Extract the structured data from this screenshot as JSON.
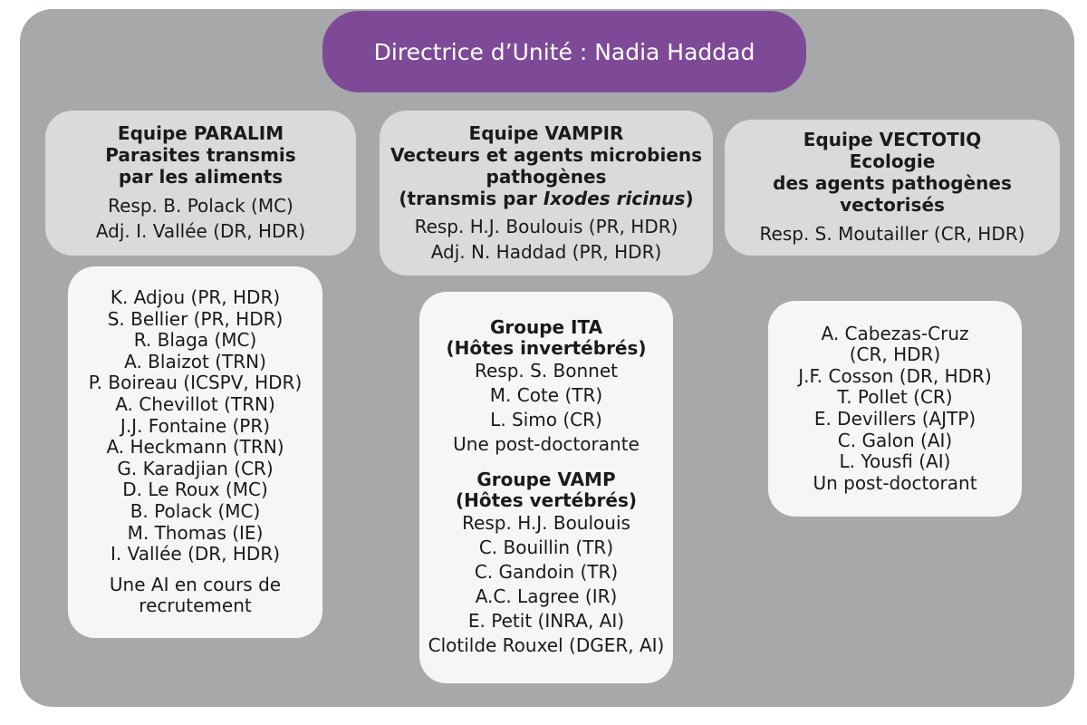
{
  "director": {
    "label": "Directrice d’Unité : Nadia Haddad"
  },
  "teams": {
    "paralim": {
      "title": [
        "Equipe PARALIM",
        "Parasites transmis",
        "par les aliments"
      ],
      "leads": [
        "Resp. B. Polack (MC)",
        "Adj. I. Vallée (DR, HDR)"
      ],
      "members": [
        "K. Adjou (PR, HDR)",
        "S. Bellier (PR, HDR)",
        "R. Blaga (MC)",
        "A. Blaizot (TRN)",
        "P. Boireau (ICSPV, HDR)",
        "A. Chevillot (TRN)",
        "J.J. Fontaine (PR)",
        "A. Heckmann (TRN)",
        "G. Karadjian (CR)",
        "D. Le Roux (MC)",
        "B. Polack (MC)",
        "M. Thomas (IE)",
        "I. Vallée (DR, HDR)"
      ],
      "note": [
        "Une AI en cours de",
        "recrutement"
      ]
    },
    "vampir": {
      "title": [
        "Equipe VAMPIR",
        "Vecteurs et agents microbiens",
        "pathogènes"
      ],
      "title_paren_open": "(transmis par ",
      "title_species": "Ixodes ricinus",
      "title_paren_close": ")",
      "leads": [
        "Resp. H.J. Boulouis (PR, HDR)",
        "Adj. N. Haddad (PR, HDR)"
      ],
      "group_ita": {
        "title": [
          "Groupe ITA",
          "(Hôtes invertébrés)"
        ],
        "members": [
          "Resp. S. Bonnet",
          "M. Cote (TR)",
          "L. Simo (CR)",
          "Une post-doctorante"
        ]
      },
      "group_vamp": {
        "title": [
          "Groupe VAMP",
          "(Hôtes vertébrés)"
        ],
        "members": [
          "Resp. H.J. Boulouis",
          "C. Bouillin (TR)",
          "C. Gandoin (TR)",
          "A.C. Lagree (IR)",
          "E. Petit (INRA, AI)",
          "Clotilde Rouxel (DGER, AI)"
        ]
      }
    },
    "vectotiq": {
      "title": [
        "Equipe VECTOTIQ",
        "Ecologie",
        "des agents pathogènes",
        "vectorisés"
      ],
      "leads": [
        "Resp. S. Moutailler (CR, HDR)"
      ],
      "members": [
        "A. Cabezas-Cruz",
        "(CR, HDR)",
        "J.F. Cosson (DR, HDR)",
        "T. Pollet (CR)",
        "E. Devillers (AJTP)",
        "C. Galon (AI)",
        "L. Yousfi (AI)",
        "Un post-doctorant"
      ]
    }
  },
  "colors": {
    "panel": "#a7a8aa",
    "director": "#7e4a98",
    "team_box": "#d9dadc",
    "member_box": "#f6f6f7"
  }
}
